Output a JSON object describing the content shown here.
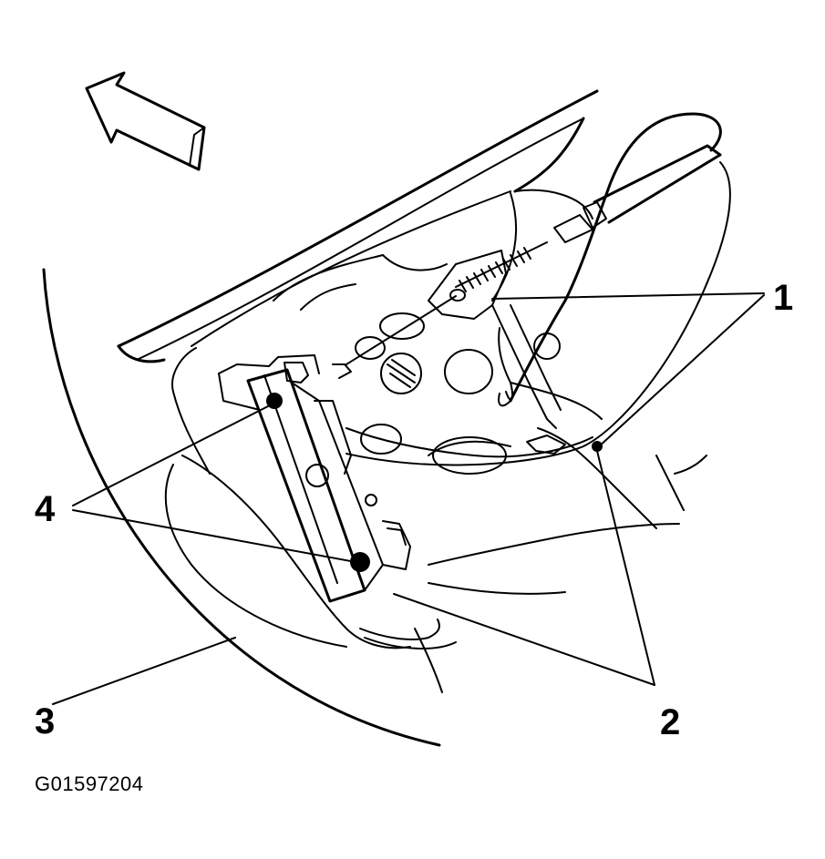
{
  "callouts": {
    "c1": "1",
    "c2": "2",
    "c3": "3",
    "c4": "4"
  },
  "figure_id": "G01597204",
  "icons": {
    "direction_arrow": "forward-direction-arrow-icon"
  }
}
